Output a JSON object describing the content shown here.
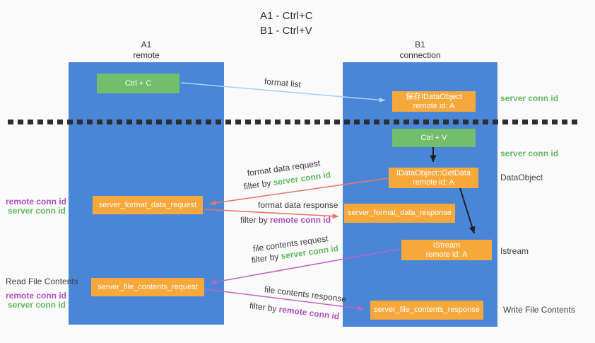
{
  "title": {
    "line1": "A1 - Ctrl+C",
    "line2": "B1 - Ctrl+V"
  },
  "columns": {
    "a1": {
      "id": "A1",
      "role": "remote"
    },
    "b1": {
      "id": "B1",
      "role": "connection"
    }
  },
  "nodes": {
    "ctrl_c": {
      "label": "Ctrl + C"
    },
    "save_dataobject": {
      "line1": "保存IDataObject",
      "line2": "remote id: A"
    },
    "ctrl_v": {
      "label": "Ctrl + V"
    },
    "getdata": {
      "line1": "IDataObject::GetData",
      "line2": "remote id: A"
    },
    "format_request": {
      "label": "server_format_data_request"
    },
    "format_response": {
      "label": "server_format_data_response"
    },
    "istream": {
      "line1": "IStream",
      "line2": "remote id: A"
    },
    "file_request": {
      "label": "server_file_contents_request"
    },
    "file_response": {
      "label": "server_file_contents_response"
    }
  },
  "flow": {
    "format_list": "format list",
    "format_data_request": "format data request",
    "format_data_response": "format data response",
    "file_contents_request": "file contents request",
    "file_contents_response": "file contents response",
    "filter_by": "filter by ",
    "server_conn_id": "server conn id",
    "remote_conn_id": "remote conn id"
  },
  "annotations": {
    "right_server_conn_id_top": "server conn id",
    "right_server_conn_id_mid": "server conn id",
    "dataobject": "DataObject",
    "istream": "Istream",
    "write_file_contents": "Write File Contents",
    "left_remote_conn_id": "remote conn id",
    "left_server_conn_id": "server conn id",
    "read_file_contents": "Read File Contents",
    "left_bottom_remote_conn_id": "remote conn id",
    "left_bottom_server_conn_id": "server conn id"
  },
  "colors": {
    "column_blue": "#4A86D8",
    "node_orange": "#F7A83B",
    "node_green": "#72BE6C",
    "arrow_light_blue": "#A6D3F2",
    "arrow_red": "#E9746C",
    "arrow_purple": "#C163C8",
    "arrow_black": "#1f1f1f",
    "text_green": "#5FB95F",
    "text_purple": "#AE4FC4",
    "text_dark": "#3d3d3d",
    "background": "#FAFAFA"
  }
}
